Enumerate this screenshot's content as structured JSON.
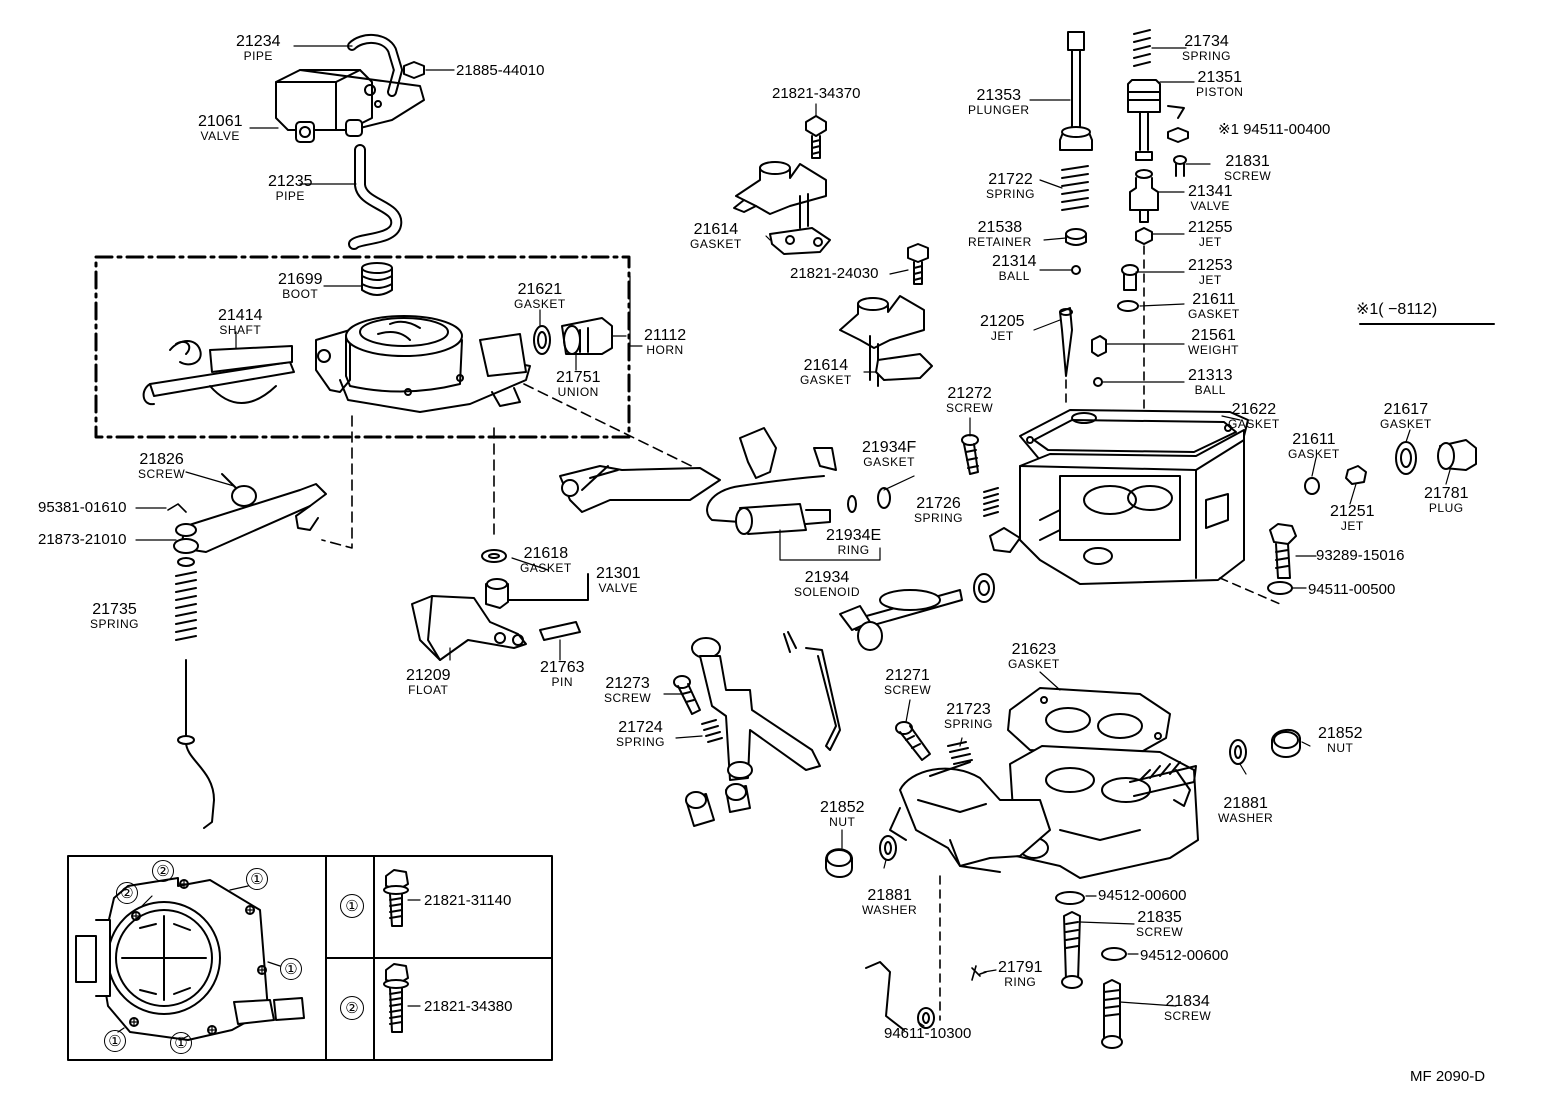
{
  "parts": {
    "p21234": {
      "num": "21234",
      "name": "PIPE"
    },
    "p21885": {
      "num": "21885-44010"
    },
    "p21061": {
      "num": "21061",
      "name": "VALVE"
    },
    "p21235": {
      "num": "21235",
      "name": "PIPE"
    },
    "p21699": {
      "num": "21699",
      "name": "BOOT"
    },
    "p21414": {
      "num": "21414",
      "name": "SHAFT"
    },
    "p21621": {
      "num": "21621",
      "name": "GASKET"
    },
    "p21112": {
      "num": "21112",
      "name": "HORN"
    },
    "p21751": {
      "num": "21751",
      "name": "UNION"
    },
    "p21826": {
      "num": "21826",
      "name": "SCREW"
    },
    "p95381": {
      "num": "95381-01610"
    },
    "p21873": {
      "num": "21873-21010"
    },
    "p21735": {
      "num": "21735",
      "name": "SPRING"
    },
    "p21618": {
      "num": "21618",
      "name": "GASKET"
    },
    "p21301": {
      "num": "21301",
      "name": "VALVE"
    },
    "p21209": {
      "num": "21209",
      "name": "FLOAT"
    },
    "p21763": {
      "num": "21763",
      "name": "PIN"
    },
    "p21821a": {
      "num": "21821-34370"
    },
    "p21614a": {
      "num": "21614",
      "name": "GASKET"
    },
    "p21821b": {
      "num": "21821-24030"
    },
    "p21614b": {
      "num": "21614",
      "name": "GASKET"
    },
    "p21934F": {
      "num": "21934F",
      "name": "GASKET"
    },
    "p21934E": {
      "num": "21934E",
      "name": "RING"
    },
    "p21934": {
      "num": "21934",
      "name": "SOLENOID"
    },
    "p21353": {
      "num": "21353",
      "name": "PLUNGER"
    },
    "p21722": {
      "num": "21722",
      "name": "SPRING"
    },
    "p21538": {
      "num": "21538",
      "name": "RETAINER"
    },
    "p21314": {
      "num": "21314",
      "name": "BALL"
    },
    "p21205": {
      "num": "21205",
      "name": "JET"
    },
    "p21272": {
      "num": "21272",
      "name": "SCREW"
    },
    "p21726": {
      "num": "21726",
      "name": "SPRING"
    },
    "p21734": {
      "num": "21734",
      "name": "SPRING"
    },
    "p21351": {
      "num": "21351",
      "name": "PISTON"
    },
    "p94511a": {
      "num": "※1 94511-00400"
    },
    "p21831": {
      "num": "21831",
      "name": "SCREW"
    },
    "p21341": {
      "num": "21341",
      "name": "VALVE"
    },
    "p21255": {
      "num": "21255",
      "name": "JET"
    },
    "p21253": {
      "num": "21253",
      "name": "JET"
    },
    "p21611a": {
      "num": "21611",
      "name": "GASKET"
    },
    "p21561": {
      "num": "21561",
      "name": "WEIGHT"
    },
    "p21313": {
      "num": "21313",
      "name": "BALL"
    },
    "p21622": {
      "num": "21622",
      "name": "GASKET"
    },
    "p21611b": {
      "num": "21611",
      "name": "GASKET"
    },
    "p21617": {
      "num": "21617",
      "name": "GASKET"
    },
    "p21251": {
      "num": "21251",
      "name": "JET"
    },
    "p21781": {
      "num": "21781",
      "name": "PLUG"
    },
    "p93289": {
      "num": "93289-15016"
    },
    "p94511b": {
      "num": "94511-00500"
    },
    "p21273": {
      "num": "21273",
      "name": "SCREW"
    },
    "p21724": {
      "num": "21724",
      "name": "SPRING"
    },
    "p21271": {
      "num": "21271",
      "name": "SCREW"
    },
    "p21723": {
      "num": "21723",
      "name": "SPRING"
    },
    "p21623": {
      "num": "21623",
      "name": "GASKET"
    },
    "p21852a": {
      "num": "21852",
      "name": "NUT"
    },
    "p21881a": {
      "num": "21881",
      "name": "WASHER"
    },
    "p21852b": {
      "num": "21852",
      "name": "NUT"
    },
    "p21881b": {
      "num": "21881",
      "name": "WASHER"
    },
    "p94512a": {
      "num": "94512-00600"
    },
    "p21835": {
      "num": "21835",
      "name": "SCREW"
    },
    "p94512b": {
      "num": "94512-00600"
    },
    "p21791": {
      "num": "21791",
      "name": "RING"
    },
    "p21834": {
      "num": "21834",
      "name": "SCREW"
    },
    "p94611": {
      "num": "94611-10300"
    }
  },
  "footnote": "※1(      −8112)",
  "legend": {
    "marker1": "①",
    "marker2": "②",
    "bolt1": "21821-31140",
    "bolt2": "21821-34380"
  },
  "ref_code": "MF  2090-D"
}
